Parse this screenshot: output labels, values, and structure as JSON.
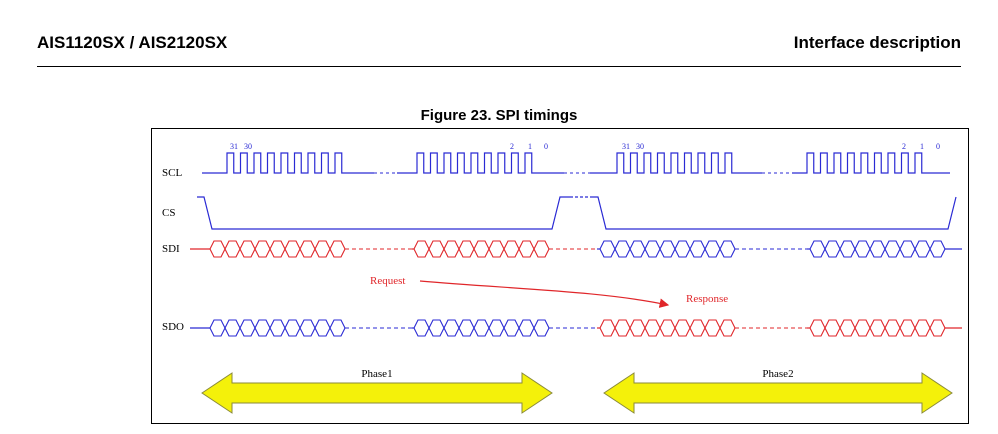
{
  "header": {
    "left": "AIS1120SX / AIS2120SX",
    "right": "Interface description"
  },
  "figure": {
    "title": "Figure 23. SPI timings",
    "signals": [
      "SCL",
      "CS",
      "SDI",
      "SDO"
    ],
    "scl_bit_labels": {
      "frame1_start": [
        "31",
        "30"
      ],
      "frame1_end": [
        "2",
        "1",
        "0"
      ],
      "frame2_start": [
        "31",
        "30"
      ],
      "frame2_end": [
        "2",
        "1",
        "0"
      ]
    },
    "annotations": {
      "request": "Request",
      "response": "Response"
    },
    "phases": [
      "Phase1",
      "Phase2"
    ],
    "colors": {
      "clock_blue": "#2a2ad4",
      "data_red": "#e0262a",
      "arrow_fill": "#f4f10a",
      "arrow_stroke": "#8a8a3a"
    }
  }
}
